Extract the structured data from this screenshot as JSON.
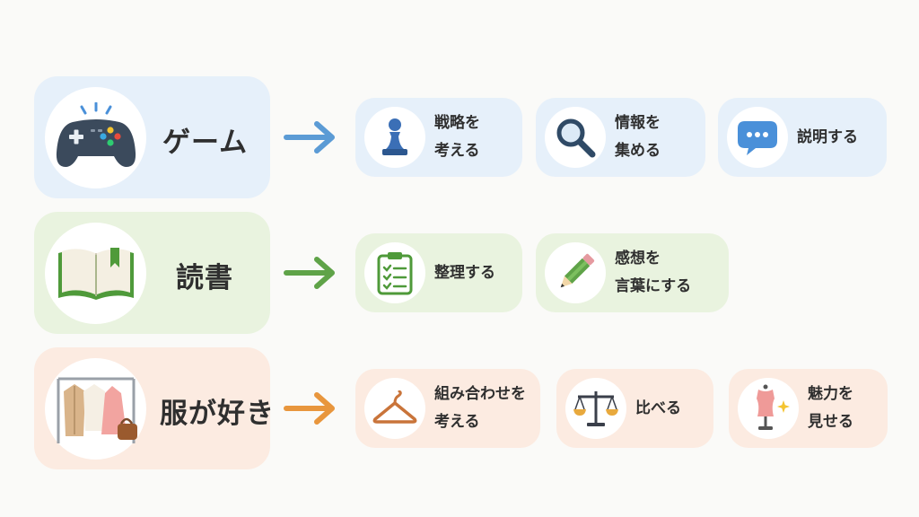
{
  "rows": [
    {
      "topic": "ゲーム",
      "topic_icon": "game-controller-icon",
      "skills": [
        {
          "label": "戦略を\n考える",
          "icon": "chess-pawn-icon"
        },
        {
          "label": "情報を\n集める",
          "icon": "magnifier-icon"
        },
        {
          "label": "説明する",
          "icon": "speech-bubble-icon"
        }
      ]
    },
    {
      "topic": "読書",
      "topic_icon": "open-book-icon",
      "skills": [
        {
          "label": "整理する",
          "icon": "clipboard-checklist-icon"
        },
        {
          "label": "感想を\n言葉にする",
          "icon": "pencil-icon"
        }
      ]
    },
    {
      "topic": "服が好き",
      "topic_icon": "clothes-rack-icon",
      "skills": [
        {
          "label": "組み合わせを\n考える",
          "icon": "hanger-icon"
        },
        {
          "label": "比べる",
          "icon": "balance-scale-icon"
        },
        {
          "label": "魅力を\n見せる",
          "icon": "mannequin-icon"
        }
      ]
    }
  ],
  "colors": {
    "blue": "#5b9bd5",
    "green": "#5fa348",
    "orange": "#e8963d",
    "blue_bg": "#e6f0fa",
    "green_bg": "#e9f3df",
    "orange_bg": "#fcebe1"
  }
}
